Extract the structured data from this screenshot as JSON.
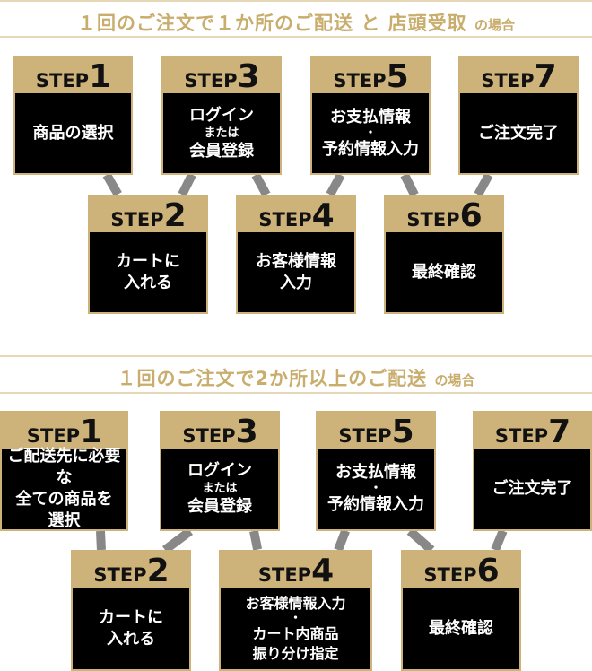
{
  "sections": [
    {
      "title_main": "１回のご注文で１か所のご配送 と 店頭受取",
      "title_suffix": "の場合",
      "steps": [
        {
          "label": "STEP",
          "num": "1",
          "lines": [
            "商品の選択"
          ]
        },
        {
          "label": "STEP",
          "num": "2",
          "lines": [
            "カートに",
            "入れる"
          ]
        },
        {
          "label": "STEP",
          "num": "3",
          "lines": [
            "ログイン",
            "または",
            "会員登録"
          ]
        },
        {
          "label": "STEP",
          "num": "4",
          "lines": [
            "お客様情報",
            "入力"
          ]
        },
        {
          "label": "STEP",
          "num": "5",
          "lines": [
            "お支払情報",
            "・",
            "予約情報入力"
          ]
        },
        {
          "label": "STEP",
          "num": "6",
          "lines": [
            "最終確認"
          ]
        },
        {
          "label": "STEP",
          "num": "7",
          "lines": [
            "ご注文完了"
          ]
        }
      ]
    },
    {
      "title_main": "１回のご注文で2か所以上のご配送",
      "title_suffix": "の場合",
      "steps": [
        {
          "label": "STEP",
          "num": "1",
          "lines": [
            "ご配送先に必要な",
            "全ての商品を",
            "選択"
          ]
        },
        {
          "label": "STEP",
          "num": "2",
          "lines": [
            "カートに",
            "入れる"
          ]
        },
        {
          "label": "STEP",
          "num": "3",
          "lines": [
            "ログイン",
            "または",
            "会員登録"
          ]
        },
        {
          "label": "STEP",
          "num": "4",
          "lines": [
            "お客様情報入力",
            "・",
            "カート内商品",
            "振り分け指定"
          ]
        },
        {
          "label": "STEP",
          "num": "5",
          "lines": [
            "お支払情報",
            "・",
            "予約情報入力"
          ]
        },
        {
          "label": "STEP",
          "num": "6",
          "lines": [
            "最終確認"
          ]
        },
        {
          "label": "STEP",
          "num": "7",
          "lines": [
            "ご注文完了"
          ]
        }
      ]
    }
  ],
  "colors": {
    "gold": "#cdb279",
    "title_gold": "#c9ad6d",
    "box_black": "#000000",
    "connector": "#888888"
  }
}
